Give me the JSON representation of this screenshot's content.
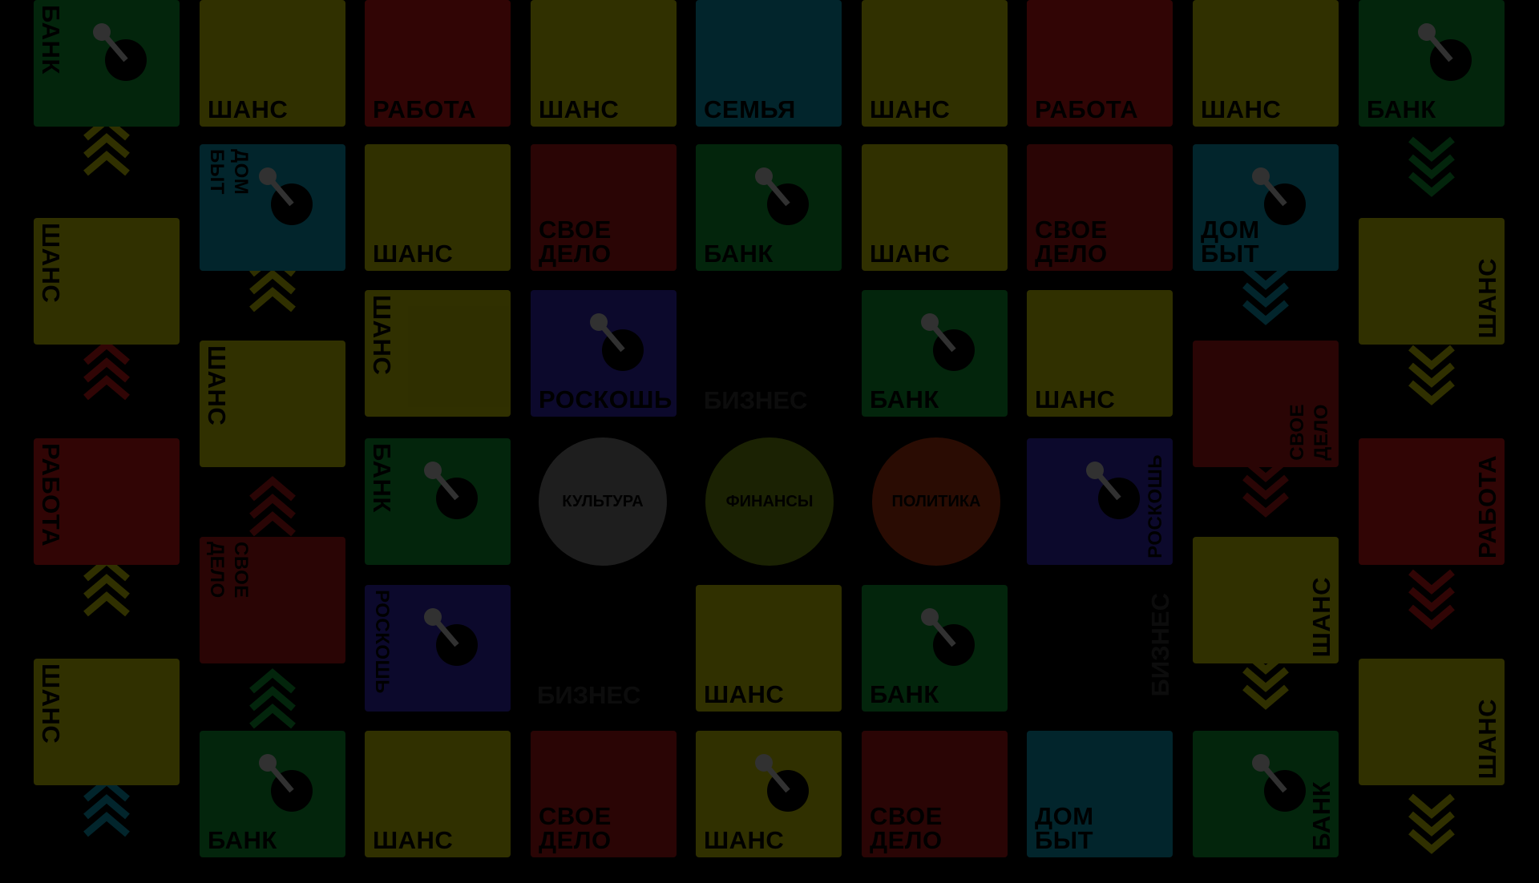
{
  "colors": {
    "chance": "#d8d800",
    "work": "#e01a1a",
    "family": "#0aa8c8",
    "bank": "#0fa83a",
    "business": "#c01a1a",
    "luxury": "#3a2ac8",
    "culture": "#8a8a8a",
    "finance": "#7a9a10",
    "politics": "#c03a10",
    "overlay": "rgba(0,0,0,0.78)"
  },
  "tiles": [
    {
      "kind": "bank",
      "label": "БАНК",
      "orient": "vd",
      "icon": "joystick-icon"
    },
    {
      "kind": "chance",
      "label": "ШАНС",
      "orient": "bl"
    },
    {
      "kind": "work",
      "label": "РАБОТА",
      "orient": "bl"
    },
    {
      "kind": "chance",
      "label": "ШАНС",
      "orient": "bl"
    },
    {
      "kind": "family",
      "label": "СЕМЬЯ",
      "orient": "bl"
    },
    {
      "kind": "chance",
      "label": "ШАНС",
      "orient": "bl"
    },
    {
      "kind": "work",
      "label": "РАБОТА",
      "orient": "bl"
    },
    {
      "kind": "chance",
      "label": "ШАНС",
      "orient": "bl"
    },
    {
      "kind": "bank",
      "label": "БАНК",
      "orient": "bl",
      "icon": "joystick-icon"
    },
    {
      "kind": "family",
      "label": "ДОМ\nБЫТ",
      "orient": "vd",
      "icon": "joystick-icon"
    },
    {
      "kind": "chance",
      "label": "ШАНС",
      "orient": "bl"
    },
    {
      "kind": "business",
      "label": "СВОЕ\nДЕЛО",
      "orient": "bl"
    },
    {
      "kind": "bank",
      "label": "БАНК",
      "orient": "bl",
      "icon": "joystick-icon"
    },
    {
      "kind": "chance",
      "label": "ШАНС",
      "orient": "bl"
    },
    {
      "kind": "business",
      "label": "СВОЕ\nДЕЛО",
      "orient": "bl"
    },
    {
      "kind": "family",
      "label": "ДОМ\nБЫТ",
      "orient": "bl",
      "icon": "joystick-icon"
    },
    {
      "kind": "chance",
      "label": "ШАНС",
      "orient": "vd"
    },
    {
      "kind": "chance",
      "label": "ШАНС",
      "orient": "vu"
    },
    {
      "kind": "chance",
      "label": "ШАНС",
      "orient": "vd"
    },
    {
      "kind": "chance",
      "label": "ШАНС",
      "orient": "vd"
    },
    {
      "kind": "luxury",
      "label": "РОСКОШЬ",
      "orient": "bl",
      "icon": "joystick-icon"
    },
    {
      "kind": "bank",
      "label": "БАНК",
      "orient": "bl",
      "icon": "joystick-icon"
    },
    {
      "kind": "chance",
      "label": "ШАНС",
      "orient": "bl"
    },
    {
      "kind": "business",
      "label": "СВОЕ\nДЕЛО",
      "orient": "vu"
    },
    {
      "kind": "work",
      "label": "РАБОТА",
      "orient": "vd"
    },
    {
      "kind": "business",
      "label": "СВОЕ\nДЕЛО",
      "orient": "vd"
    },
    {
      "kind": "bank",
      "label": "БАНК",
      "orient": "vd",
      "icon": "joystick-icon"
    },
    {
      "kind": "luxury",
      "label": "РОСКОШЬ",
      "orient": "vu",
      "icon": "joystick-icon"
    },
    {
      "kind": "work",
      "label": "РАБОТА",
      "orient": "vu"
    },
    {
      "kind": "luxury",
      "label": "РОСКОШЬ",
      "orient": "vd",
      "icon": "joystick-icon"
    },
    {
      "kind": "chance",
      "label": "ШАНС",
      "orient": "bl"
    },
    {
      "kind": "bank",
      "label": "БАНК",
      "orient": "bl",
      "icon": "joystick-icon"
    },
    {
      "kind": "chance",
      "label": "ШАНС",
      "orient": "vu"
    },
    {
      "kind": "chance",
      "label": "ШАНС",
      "orient": "vd"
    },
    {
      "kind": "chance",
      "label": "ШАНС",
      "orient": "vu"
    },
    {
      "kind": "bank",
      "label": "БАНК",
      "orient": "bl",
      "icon": "joystick-icon"
    },
    {
      "kind": "chance",
      "label": "ШАНС",
      "orient": "bl"
    },
    {
      "kind": "business",
      "label": "СВОЕ\nДЕЛО",
      "orient": "bl"
    },
    {
      "kind": "chance",
      "label": "ШАНС",
      "orient": "bl",
      "icon": "joystick-icon"
    },
    {
      "kind": "business",
      "label": "СВОЕ\nДЕЛО",
      "orient": "bl"
    },
    {
      "kind": "family",
      "label": "ДОМ\nБЫТ",
      "orient": "bl"
    },
    {
      "kind": "bank",
      "label": "БАНК",
      "orient": "vu",
      "icon": "joystick-icon"
    }
  ],
  "business_labels": [
    "БИЗНЕС",
    "БИЗНЕС",
    "БИЗНЕС"
  ],
  "hubs": [
    {
      "label": "КУЛЬТУРА",
      "kind": "culture"
    },
    {
      "label": "ФИНАНСЫ",
      "kind": "finance"
    },
    {
      "label": "ПОЛИТИКА",
      "kind": "politics"
    }
  ]
}
